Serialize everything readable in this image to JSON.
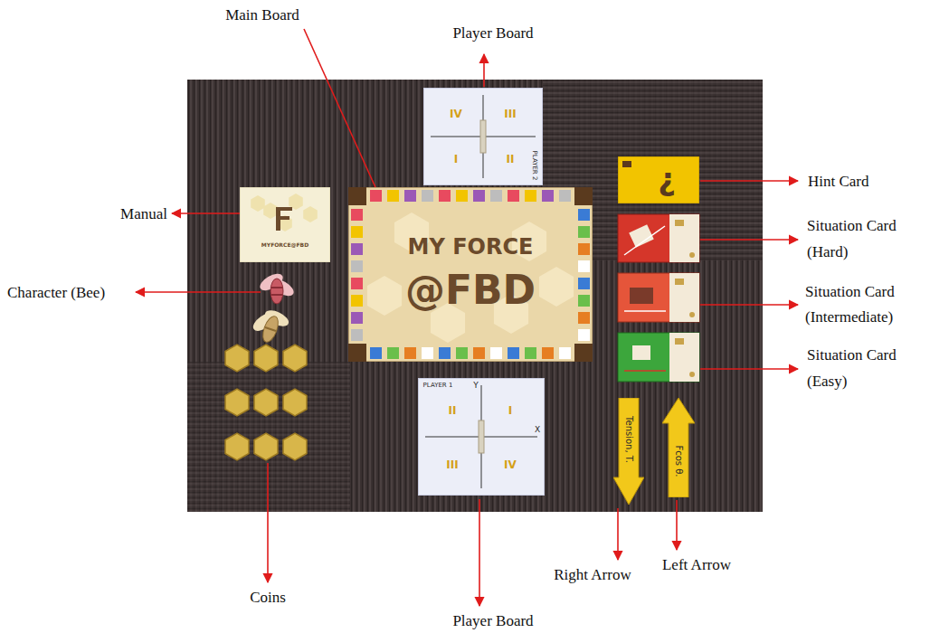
{
  "diagram": {
    "nodes": [
      {
        "text": [
          "IV",
          "III",
          "I",
          "II",
          "PLAYER 2"
        ]
      },
      {
        "text": [
          "¿"
        ]
      },
      {
        "text": [
          "MYFORCE@FBD"
        ]
      },
      {
        "text": [
          "MY FORCE",
          "@FBD"
        ]
      },
      {
        "text": [
          "PLAYER 1",
          "Y",
          "X",
          "II",
          "I",
          "III",
          "IV"
        ]
      },
      {
        "text": [
          "Tension, T."
        ]
      },
      {
        "text": [
          "Fcos θ."
        ]
      }
    ],
    "labels": [
      "Main Board",
      "Player Board",
      "Manual",
      "Character (Bee)",
      "Hint Card",
      "Situation Card (Hard)",
      "Situation Card (Intermediate)",
      "Situation Card (Easy)",
      "Coins",
      "Player Board",
      "Right Arrow",
      "Left Arrow"
    ]
  }
}
